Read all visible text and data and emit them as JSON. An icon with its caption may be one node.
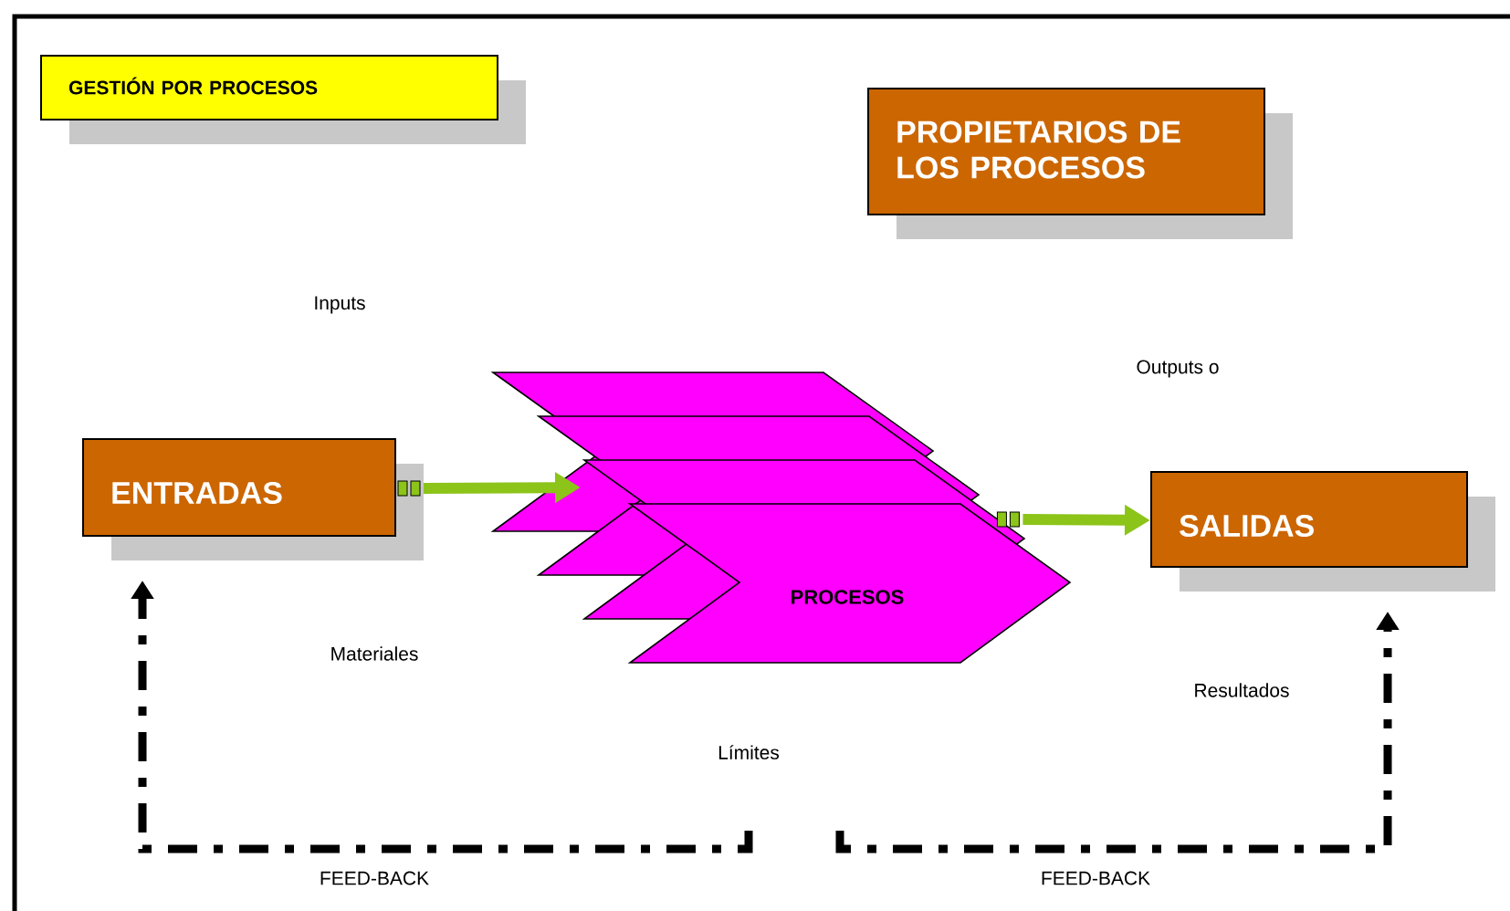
{
  "diagram": {
    "nodes": [
      {
        "text": [
          "GESTIÓN POR PROCESOS"
        ]
      },
      {
        "text": [
          "PROPIETARIOS DE LOS PROCESOS"
        ]
      },
      {
        "text": [
          "ENTRADAS"
        ]
      },
      {
        "text": [
          "PROCESOS"
        ]
      },
      {
        "text": [
          "SALIDAS"
        ]
      }
    ],
    "edges": [
      {
        "from": 2,
        "to": 3,
        "arrow": "to",
        "color": "#8cc41a"
      },
      {
        "from": 3,
        "to": 4,
        "arrow": "to",
        "color": "#8cc41a"
      },
      {
        "from": null,
        "to": 2,
        "arrow": "to",
        "style": "dashed",
        "color": "#000000"
      },
      {
        "from": null,
        "to": 4,
        "arrow": "to",
        "style": "dashed",
        "color": "#000000"
      }
    ],
    "labels": [
      "Inputs",
      "Outputs o",
      "Materiales",
      "Resultados",
      "Límites",
      "FEED-BACK",
      "FEED-BACK"
    ]
  }
}
